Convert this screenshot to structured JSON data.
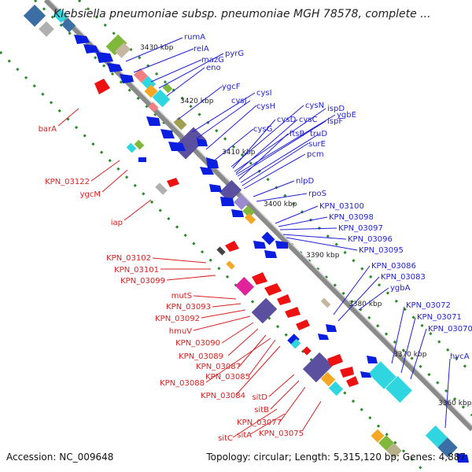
{
  "title": "Klebsiella pneumoniae subsp. pneumoniae MGH 78578, complete ...",
  "footer": {
    "accession": "Accession: NC_009648",
    "info": "Topology: circular; Length: 5,315,120 bp; Genes: 4,887"
  },
  "colors": {
    "forward_label": "#1f1fd8",
    "reverse_label": "#d81f1f",
    "forward_gene": "#0a1ee0",
    "reverse_gene": "#ee1111",
    "backbone": "#8a8a8a",
    "tick": "#2a8a2a",
    "cds_cyan": "#2fd6e0",
    "cds_purple": "#5b4fa0",
    "cds_pink": "#e0229b"
  },
  "ticks": [
    {
      "label": "3430 kbp"
    },
    {
      "label": "3420 kbp"
    },
    {
      "label": "3410 kbp"
    },
    {
      "label": "3400 kbp"
    },
    {
      "label": "3390 kbp"
    },
    {
      "label": "3380 kbp"
    },
    {
      "label": "3370 kbp"
    },
    {
      "label": "3360 kbp"
    }
  ],
  "forward_labels": [
    "rumA",
    "relA",
    "mazG",
    "pyrG",
    "eno",
    "ygcF",
    "cysI",
    "cysJ",
    "cysH",
    "ygbE",
    "cysN",
    "ispD",
    "cysG",
    "cysD",
    "cysC",
    "ispF",
    "ftsB",
    "truD",
    "surE",
    "pcm",
    "nlpD",
    "rpoS",
    "KPN_03100",
    "KPN_03098",
    "KPN_03097",
    "KPN_03096",
    "KPN_03095",
    "KPN_03086",
    "KPN_03083",
    "ygbA",
    "KPN_03072",
    "KPN_03071",
    "KPN_03070",
    "hycA"
  ],
  "reverse_labels": [
    "barA",
    "KPN_03122",
    "ygcM",
    "iap",
    "KPN_03102",
    "KPN_03101",
    "KPN_03099",
    "mutS",
    "KPN_03093",
    "KPN_03092",
    "hmuV",
    "KPN_03090",
    "KPN_03089",
    "KPN_03087",
    "KPN_03085",
    "KPN_03088",
    "KPN_03084",
    "sitD",
    "sitB",
    "KPN_03077",
    "sitC",
    "sitA",
    "KPN_03075"
  ]
}
